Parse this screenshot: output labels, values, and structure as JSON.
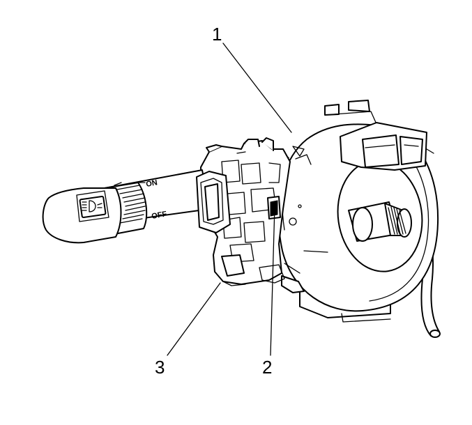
{
  "callouts": {
    "c1": "1",
    "c2": "2",
    "c3": "3"
  },
  "lever": {
    "on_label": "ON",
    "off_label": "OFF",
    "symbol": "fog-lamp-icon"
  },
  "colors": {
    "line": "#000000",
    "background": "#ffffff"
  }
}
